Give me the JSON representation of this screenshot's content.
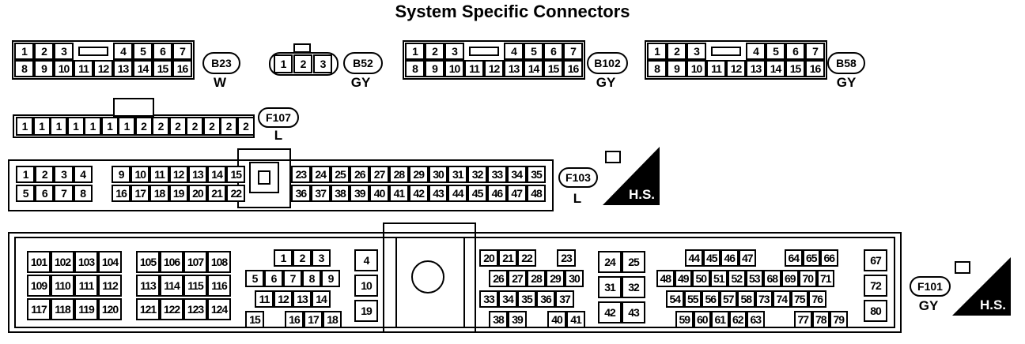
{
  "title": "System Specific Connectors",
  "connectors": {
    "B23": {
      "id": "B23",
      "color": "W",
      "row1": [
        "1",
        "2",
        "3",
        "4",
        "5",
        "6",
        "7"
      ],
      "row2": [
        "8",
        "9",
        "10",
        "11",
        "12",
        "13",
        "14",
        "15",
        "16"
      ]
    },
    "B52": {
      "id": "B52",
      "color": "GY",
      "pins": [
        "1",
        "2",
        "3"
      ]
    },
    "B102": {
      "id": "B102",
      "color": "GY",
      "row1": [
        "1",
        "2",
        "3",
        "4",
        "5",
        "6",
        "7"
      ],
      "row2": [
        "8",
        "9",
        "10",
        "11",
        "12",
        "13",
        "14",
        "15",
        "16"
      ]
    },
    "B58": {
      "id": "B58",
      "color": "GY",
      "row1": [
        "1",
        "2",
        "3",
        "4",
        "5",
        "6",
        "7"
      ],
      "row2": [
        "8",
        "9",
        "10",
        "11",
        "12",
        "13",
        "14",
        "15",
        "16"
      ]
    },
    "F107": {
      "id": "F107",
      "color": "L",
      "pins": [
        "1",
        "1",
        "1",
        "1",
        "1",
        "1",
        "1",
        "2",
        "2",
        "2",
        "2",
        "2",
        "2",
        "2"
      ]
    },
    "F103": {
      "id": "F103",
      "color": "L",
      "left_row1": [
        "1",
        "2",
        "3",
        "4",
        "",
        "9",
        "10",
        "11",
        "12",
        "13",
        "14",
        "15"
      ],
      "left_row2": [
        "5",
        "6",
        "7",
        "8",
        "",
        "16",
        "17",
        "18",
        "19",
        "20",
        "21",
        "22"
      ],
      "right_row1": [
        "23",
        "24",
        "25",
        "26",
        "27",
        "28",
        "29",
        "30",
        "31",
        "32",
        "33",
        "34",
        "35"
      ],
      "right_row2": [
        "36",
        "37",
        "38",
        "39",
        "40",
        "41",
        "42",
        "43",
        "44",
        "45",
        "46",
        "47",
        "48"
      ],
      "hs": "H.S."
    },
    "F101": {
      "id": "F101",
      "color": "GY",
      "hs": "H.S.",
      "blockA": [
        [
          "101",
          "102",
          "103",
          "104"
        ],
        [
          "109",
          "110",
          "111",
          "112"
        ],
        [
          "117",
          "118",
          "119",
          "120"
        ]
      ],
      "blockB": [
        [
          "105",
          "106",
          "107",
          "108"
        ],
        [
          "113",
          "114",
          "115",
          "116"
        ],
        [
          "121",
          "122",
          "123",
          "124"
        ]
      ],
      "blockC_r1": [
        "1",
        "2",
        "3"
      ],
      "blockC_r2": [
        "5",
        "6",
        "7",
        "8",
        "9"
      ],
      "blockC_r3": [
        "11",
        "12",
        "13",
        "14"
      ],
      "blockC_r4": [
        "15",
        "16",
        "17",
        "18"
      ],
      "blockD": [
        "4",
        "10",
        "19"
      ],
      "blockE_r1": [
        "20",
        "21",
        "22",
        "23"
      ],
      "blockE_r2": [
        "26",
        "27",
        "28",
        "29",
        "30"
      ],
      "blockE_r3": [
        "33",
        "34",
        "35",
        "36",
        "37"
      ],
      "blockE_r4": [
        "38",
        "39",
        "40",
        "41"
      ],
      "blockF": [
        [
          "24",
          "25"
        ],
        [
          "31",
          "32"
        ],
        [
          "42",
          "43"
        ]
      ],
      "blockG_r1": [
        "44",
        "45",
        "46",
        "47",
        "64",
        "65",
        "66"
      ],
      "blockG_r2": [
        "48",
        "49",
        "50",
        "51",
        "52",
        "53",
        "68",
        "69",
        "70",
        "71"
      ],
      "blockG_r3": [
        "54",
        "55",
        "56",
        "57",
        "58",
        "73",
        "74",
        "75",
        "76"
      ],
      "blockG_r4": [
        "59",
        "60",
        "61",
        "62",
        "63",
        "77",
        "78",
        "79"
      ],
      "blockH": [
        "67",
        "72",
        "80"
      ]
    }
  }
}
